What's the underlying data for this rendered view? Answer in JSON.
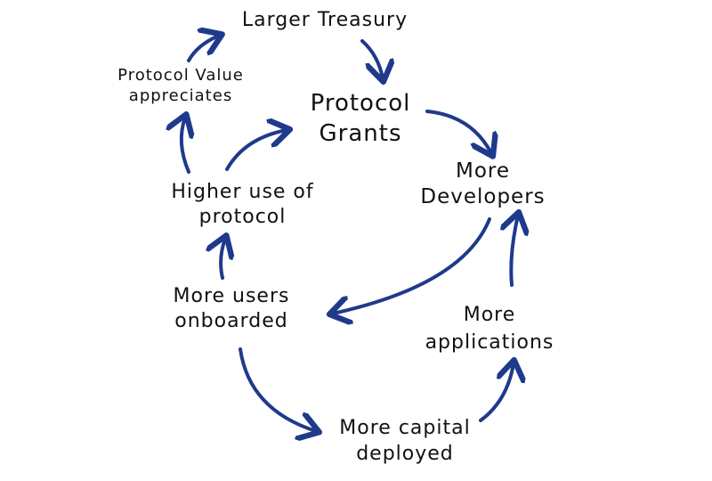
{
  "nodes": {
    "larger_treasury": [
      "Larger Treasury"
    ],
    "protocol_value": [
      "Protocol Value",
      "appreciates"
    ],
    "protocol_grants": [
      "Protocol",
      "Grants"
    ],
    "more_developers": [
      "More",
      "Developers"
    ],
    "higher_use": [
      "Higher use of",
      "protocol"
    ],
    "more_users": [
      "More users",
      "onboarded"
    ],
    "more_applications": [
      "More",
      "applications"
    ],
    "more_capital": [
      "More capital",
      "deployed"
    ]
  },
  "colors": {
    "arrow": "#1f3a8c",
    "text": "#111111"
  }
}
